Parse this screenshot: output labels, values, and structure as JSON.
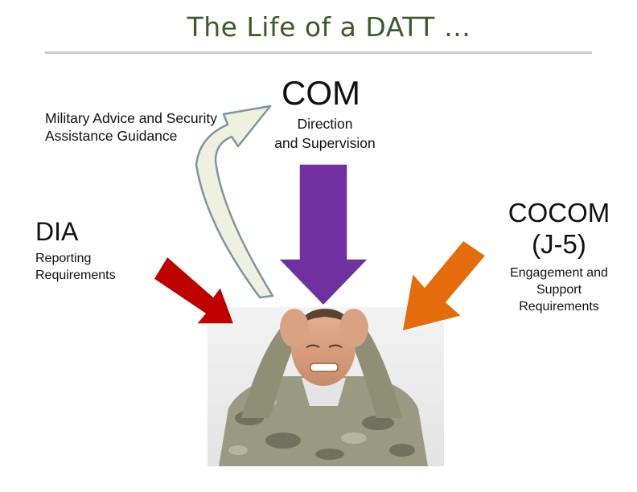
{
  "slide": {
    "title": "The Life of a DATT …"
  },
  "labels": {
    "military_advice": "Military Advice and Security\nAssistance Guidance",
    "dia_heading": "DIA",
    "dia_sub": "Reporting\nRequirements",
    "com_heading": "COM",
    "com_sub": "Direction\nand Supervision",
    "cocom_heading": "COCOM\n(J-5)",
    "cocom_sub": "Engagement and\nSupport\nRequirements"
  },
  "colors": {
    "title": "#3f5a2a",
    "arrow_up_fill": "#eef1de",
    "arrow_up_stroke": "#7f93a6",
    "arrow_dia": "#c00000",
    "arrow_com": "#7030a0",
    "arrow_cocom": "#e46c0a"
  },
  "icons": {
    "photo": "stressed-soldier-photo"
  }
}
